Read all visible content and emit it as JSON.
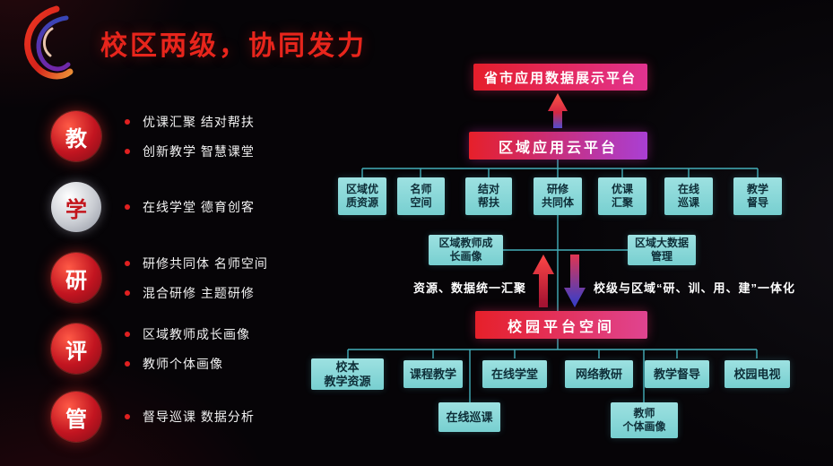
{
  "slide": {
    "title": "校区两级，协同发力"
  },
  "left_panel": {
    "items": [
      {
        "badge": "教",
        "lines": [
          "优课汇聚 结对帮扶",
          "创新教学 智慧课堂"
        ]
      },
      {
        "badge": "学",
        "lines": [
          "在线学堂 德育创客"
        ]
      },
      {
        "badge": "研",
        "lines": [
          "研修共同体 名师空间",
          "混合研修 主题研修"
        ]
      },
      {
        "badge": "评",
        "lines": [
          "区域教师成长画像",
          "教师个体画像"
        ]
      },
      {
        "badge": "管",
        "lines": [
          "督导巡课 数据分析"
        ]
      }
    ]
  },
  "diagram": {
    "provincial_platform": "省市应用数据展示平台",
    "regional_platform": "区域应用云平台",
    "regional_modules": [
      "区域优\n质资源",
      "名师\n空间",
      "结对\n帮扶",
      "研修\n共同体",
      "优课\n汇聚",
      "在线\n巡课",
      "教学\n督导"
    ],
    "regional_sub_modules": [
      "区域教师成\n长画像",
      "区域大数据\n管理"
    ],
    "flow_left_label": "资源、数据统一汇聚",
    "flow_right_label": "校级与区域“研、训、用、建”一体化",
    "school_platform": "校园平台空间",
    "school_modules": [
      "校本\n教学资源",
      "课程教学",
      "在线学堂",
      "网络教研",
      "教学督导",
      "校园电视"
    ],
    "school_sub_modules": [
      "在线巡课",
      "教师\n个体画像"
    ]
  },
  "colors": {
    "accent_red": "#e8251c",
    "teal_box": "#84d7d8",
    "connector": "#4fccd8"
  }
}
